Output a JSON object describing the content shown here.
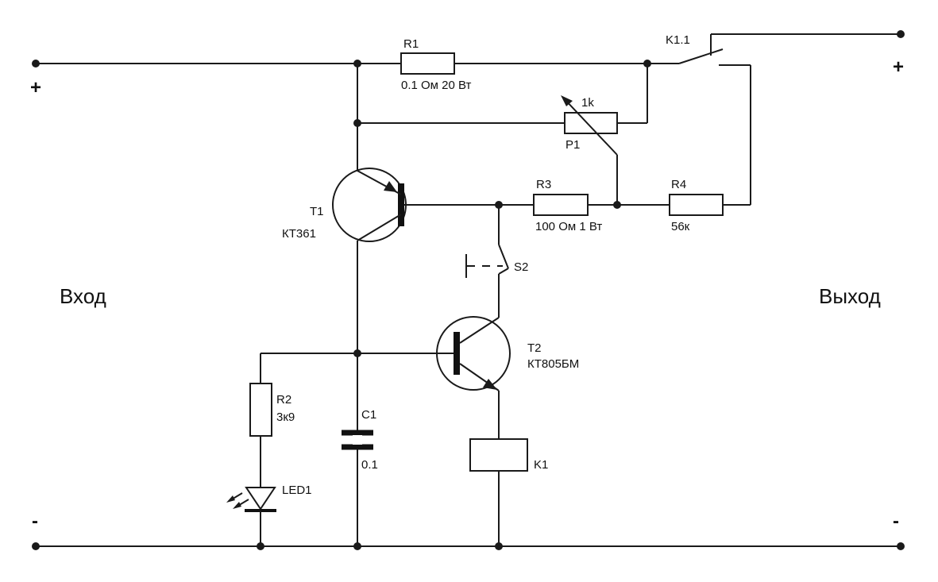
{
  "input": {
    "label": "Вход",
    "plus": "+",
    "minus": "-"
  },
  "output": {
    "label": "Выход",
    "plus": "+",
    "minus": "-"
  },
  "components": {
    "R1": {
      "name": "R1",
      "value": "0.1 Ом 20 Вт"
    },
    "P1": {
      "name": "P1",
      "value": "1k"
    },
    "R3": {
      "name": "R3",
      "value": "100 Ом 1 Вт"
    },
    "R4": {
      "name": "R4",
      "value": "56к"
    },
    "T1": {
      "name": "T1",
      "type": "КТ361"
    },
    "T2": {
      "name": "T2",
      "type": "КТ805БМ"
    },
    "R2": {
      "name": "R2",
      "value": "3к9"
    },
    "C1": {
      "name": "C1",
      "value": "0.1"
    },
    "LED1": {
      "name": "LED1"
    },
    "K1": {
      "name": "K1"
    },
    "K1_1": {
      "name": "K1.1"
    },
    "S2": {
      "name": "S2"
    }
  }
}
